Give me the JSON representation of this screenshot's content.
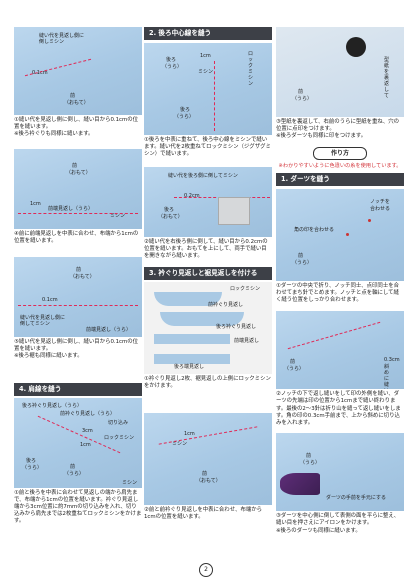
{
  "col1": {
    "photo1": {
      "l_a": "縫い代を見返し側に",
      "l_b": "倒しミシン",
      "l_c": "0.1cm",
      "l_d": "前",
      "l_e": "（おもて）"
    },
    "cap1": "①縫い代を見返し側に倒し、縫い目から0.1cmの位置を縫います。",
    "note1": "※後ろ衿ぐりも同様に縫います。",
    "photo2": {
      "l_a": "前",
      "l_b": "（おもて）",
      "l_c": "1cm",
      "l_d": "前端見返し（うら）",
      "l_e": "ミシン"
    },
    "cap2": "④前に前端見返しを中表に合わせ、布端から1cmの位置を縫います。",
    "photo3": {
      "l_a": "前",
      "l_b": "（おもて）",
      "l_c": "0.1cm",
      "l_d": "縫い代を見返し側に",
      "l_e": "倒してミシン",
      "l_f": "前端見返し（うら）"
    },
    "cap3": "⑤縫い代を見返し側に倒し、縫い目から0.1cmの位置を縫います。",
    "note3": "※後ろ裾も同様に縫います。",
    "section4": "4. 肩線を縫う",
    "photo4": {
      "l_a": "後ろ衿ぐり見返し（うら）",
      "l_b": "前衿ぐり見返し（うら）",
      "l_c": "切り込み",
      "l_d": "3cm",
      "l_e": "ロックミシン",
      "l_f": "1cm",
      "l_g": "後ろ",
      "l_h": "前",
      "l_i": "（うら）",
      "l_j": "（うら）",
      "l_k": "ミシン"
    },
    "cap4": "①前と後ろを中表に合わせて見返しの端から肩先まで、布端から1cmの位置を縫います。衿ぐり見返し端から3cm位置に約7mmの切り込みを入れ、切り込みから肩先までは2枚重ねてロックミシンをかけます。"
  },
  "col2": {
    "section2": "2. 後ろ中心線を縫う",
    "photo1": {
      "l_a": "後ろ",
      "l_b": "（うら）",
      "l_c": "1cm",
      "l_d": "ミシン",
      "l_e": "ロックミシン",
      "l_f": "後ろ",
      "l_g": "（うら）"
    },
    "cap1": "①後ろを中表に重ねて、後ろ中心線をミシンで縫います。縫い代を2枚重ねてロックミシン（ジグザグミシン）で縫います。",
    "photo2": {
      "l_a": "縫い代を後ろ側に倒してミシン",
      "l_b": "0.2cm",
      "l_c": "後ろ",
      "l_d": "（おもて）"
    },
    "cap2": "②縫い代を右後ろ側に倒して、縫い目から0.2cmの位置を縫います。おもてを上にして、両手で縫い目を開きながら縫います。",
    "section3": "3. 衿ぐり見返しと裾見返しを付ける",
    "photo3": {
      "l_a": "ロックミシン",
      "l_b": "前衿ぐり見返し",
      "l_c": "後ろ衿ぐり見返し",
      "l_d": "前端見返し",
      "l_e": "後ろ端見返し"
    },
    "cap3": "①衿ぐり見返し2枚、裾見返しの上側にロックミシンをかけます。",
    "photo4": {
      "l_a": "1cm",
      "l_b": "ミシン",
      "l_c": "前",
      "l_d": "（おもて）"
    },
    "cap4": "②前と前衿ぐり見返しを中表に合わせ、布端から1cmの位置を縫います。"
  },
  "col3": {
    "photo1": {
      "l_a": "型紙を裏返して",
      "l_b": "前",
      "l_c": "（うら）"
    },
    "cap1": "③型紙を裏返して、右前のうらに型紙を重ね、穴の位置に点印をつけます。",
    "note1": "※後ろダーツも同様に印をつけます。",
    "pill": "作り方",
    "rednote": "※わかりやすいように色違いの糸を使用しています。",
    "section1": "1. ダーツを縫う",
    "photo2": {
      "l_a": "ノッチを",
      "l_b": "合わせる",
      "l_c": "角の印を合わせる",
      "l_d": "前",
      "l_e": "（うら）"
    },
    "cap2": "①ダーツの中央で折り、ノッチ同士、点印同士を合わせてまち針でとめます。ノッチと点を軸にして縫く縫う位置をしっかり合わせます。",
    "photo3": {
      "l_a": "前",
      "l_b": "（うら）",
      "l_c": "0.3cm",
      "l_d": "斜めに縫い"
    },
    "cap3": "②ノッチの下で返し縫いをして印の外側を縫い、ダーツの先端は印の位置から1cmまで縫い終わります。最後の2～3針は折り山を縫って返し縫いをします。角の印の0.3cm手前まで、上から斜めに切り込みを入れます。",
    "photo4": {
      "l_a": "前",
      "l_b": "（うら）",
      "l_c": "ダーツの手前を手元にする"
    },
    "cap4": "③ダーツを中心側に倒して表側の面を平らに整え、縫い目を押さえにアイロンをかけます。",
    "note4": "※後ろのダーツも同様に縫います。"
  },
  "page_number": "2"
}
